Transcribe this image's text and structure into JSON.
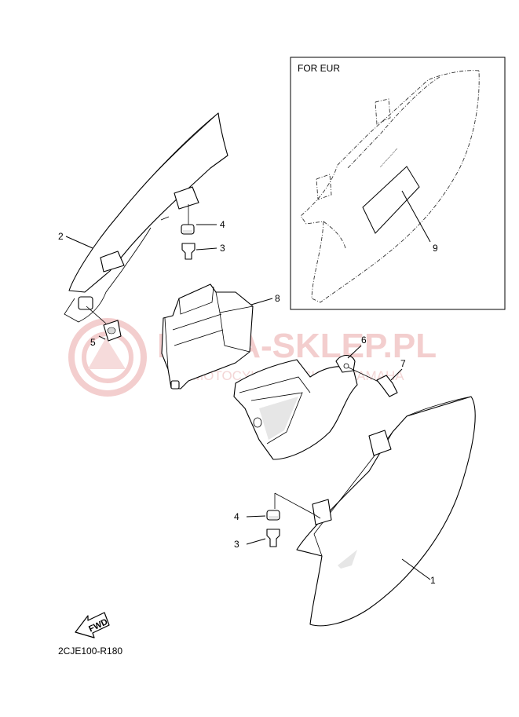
{
  "inset": {
    "title": "FOR EUR"
  },
  "callouts": {
    "c1": "1",
    "c2": "2",
    "c3a": "3",
    "c3b": "3",
    "c4a": "4",
    "c4b": "4",
    "c5": "5",
    "c6": "6",
    "c7": "7",
    "c8": "8",
    "c9": "9"
  },
  "fwd_label": "FWD",
  "diagram_code": "2CJE100-R180",
  "watermark": {
    "text": "KAMA-SKLEP.PL",
    "subtext": "MOTOCYKLOWY SKLEP YAMAHA"
  }
}
